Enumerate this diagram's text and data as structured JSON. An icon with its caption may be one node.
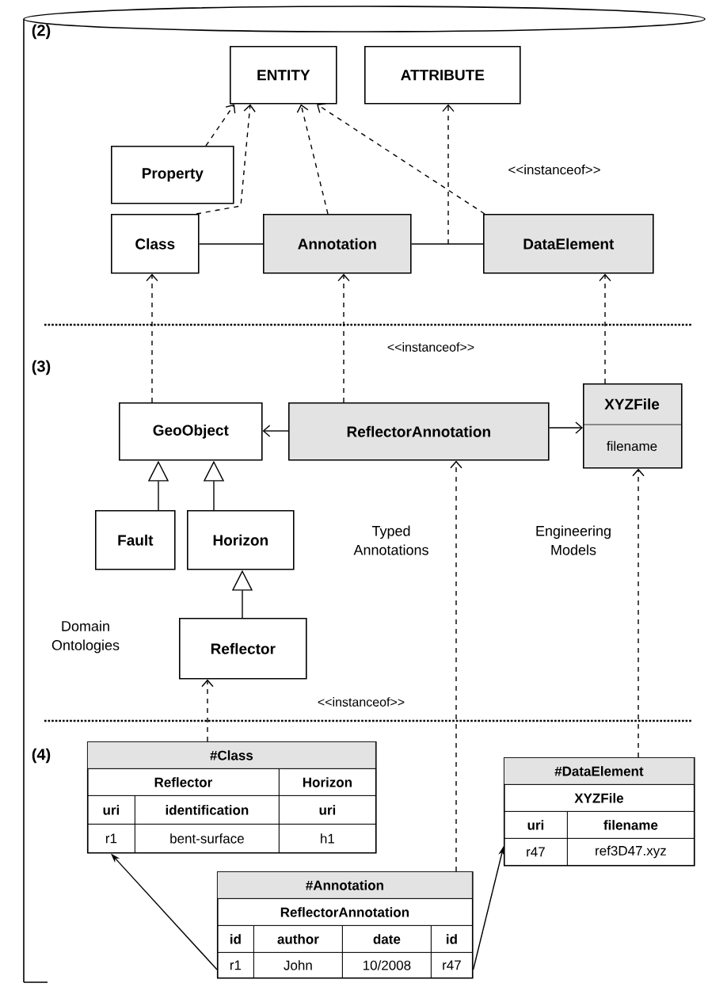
{
  "diagram": {
    "nodes": [
      {
        "text": [
          "ENTITY"
        ]
      },
      {
        "text": [
          "ATTRIBUTE"
        ]
      },
      {
        "text": [
          "Property"
        ]
      },
      {
        "text": [
          "Class"
        ]
      },
      {
        "text": [
          "Annotation"
        ]
      },
      {
        "text": [
          "DataElement"
        ]
      },
      {
        "text": [
          "GeoObject"
        ]
      },
      {
        "text": [
          "ReflectorAnnotation"
        ]
      },
      {
        "text": [
          "XYZFile",
          "filename"
        ]
      },
      {
        "text": [
          "Fault"
        ]
      },
      {
        "text": [
          "Horizon"
        ]
      },
      {
        "text": [
          "Reflector"
        ]
      },
      {
        "text": [
          "#Class",
          "Reflector",
          "Horizon",
          "uri",
          "identification",
          "uri",
          "r1",
          "bent-surface",
          "h1"
        ]
      },
      {
        "text": [
          "#DataElement",
          "XYZFile",
          "uri",
          "filename",
          "r47",
          "ref3D47.xyz"
        ]
      },
      {
        "text": [
          "#Annotation",
          "ReflectorAnnotation",
          "id",
          "author",
          "date",
          "id",
          "r1",
          "John",
          "10/2008",
          "r47"
        ]
      }
    ],
    "edges": [
      {
        "from": 2,
        "to": 0,
        "arrow": "to",
        "style": "dashed"
      },
      {
        "from": 3,
        "to": 0,
        "arrow": "to",
        "style": "dashed"
      },
      {
        "from": 4,
        "to": 0,
        "arrow": "to",
        "style": "dashed"
      },
      {
        "from": 5,
        "to": 0,
        "arrow": "to",
        "style": "dashed"
      },
      {
        "from": null,
        "to": 1,
        "arrow": "to",
        "style": "dashed"
      },
      {
        "from": 3,
        "to": 4,
        "arrow": "none"
      },
      {
        "from": 4,
        "to": 5,
        "arrow": "none"
      },
      {
        "from": 6,
        "to": 3,
        "arrow": "to",
        "style": "dashed"
      },
      {
        "from": 7,
        "to": 4,
        "arrow": "to",
        "style": "dashed"
      },
      {
        "from": 8,
        "to": 5,
        "arrow": "to",
        "style": "dashed"
      },
      {
        "from": 7,
        "to": 6,
        "arrow": "to"
      },
      {
        "from": 7,
        "to": 8,
        "arrow": "to"
      },
      {
        "from": 9,
        "to": 6,
        "arrow": "to"
      },
      {
        "from": 10,
        "to": 6,
        "arrow": "to"
      },
      {
        "from": 11,
        "to": 10,
        "arrow": "to"
      },
      {
        "from": 12,
        "to": 11,
        "arrow": "to",
        "style": "dashed"
      },
      {
        "from": 14,
        "to": 7,
        "arrow": "to",
        "style": "dashed"
      },
      {
        "from": 13,
        "to": 8,
        "arrow": "to",
        "style": "dashed"
      },
      {
        "from": 14,
        "to": 12,
        "arrow": "to"
      },
      {
        "from": 14,
        "to": 13,
        "arrow": "to"
      }
    ],
    "labels": [
      "(2)",
      "<<instanceof>>",
      "(3)",
      "<<instanceof>>",
      "Typed Annotations",
      "Engineering Models",
      "Domain Ontologies",
      "<<instanceof>>",
      "(4)"
    ]
  }
}
